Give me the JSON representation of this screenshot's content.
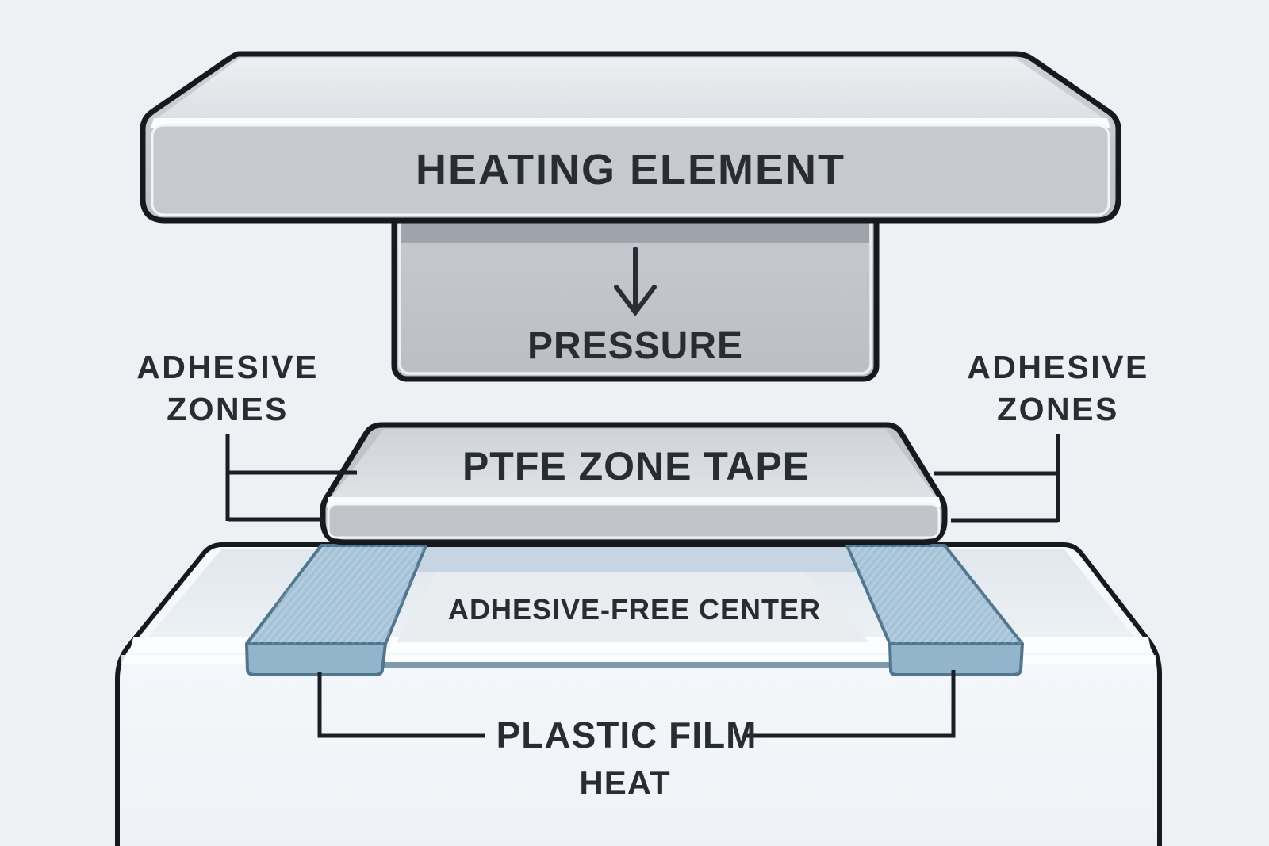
{
  "diagram": {
    "labels": {
      "heating_element": "HEATING ELEMENT",
      "pressure": "PRESSURE",
      "adhesive_zones_line1": "ADHESIVE",
      "adhesive_zones_line2": "ZONES",
      "ptfe_zone_tape": "PTFE ZONE TAPE",
      "adhesive_free_center": "ADHESIVE-FREE CENTER",
      "plastic_film": "PLASTIC FILM",
      "heat": "HEAT"
    },
    "colors": {
      "background": "#eef0f4",
      "outline": "#16191d",
      "leader": "#1b1e23",
      "text": "#282d33",
      "heating_front": "#c6cacf",
      "heating_top": "#e6e9ec",
      "pressure_block": "#c2c6cb",
      "pressure_shadow": "#9ba1a9",
      "tape_front": "#c1c5ca",
      "tape_top": "#d6d9dd",
      "film_front": "#f4f7fa",
      "film_top": "#e8edf1",
      "film_highlight": "#fbfdfe",
      "adhesive_band": "#c6d5e1",
      "center_panel": "#e9edf0",
      "strip_top": "#a9c5d9",
      "strip_front": "#93b5cc",
      "strip_outline": "#50768f",
      "seal_line": "#7f9aac"
    }
  }
}
